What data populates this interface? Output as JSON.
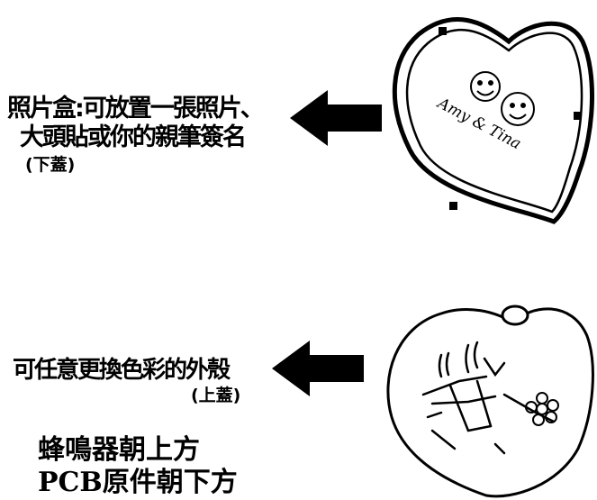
{
  "top": {
    "line1": "照片盒:可放置一張照片、",
    "line2": "大頭貼或你的親筆簽名",
    "sub": "(下蓋)",
    "signature": "Amy & Tina"
  },
  "bottom": {
    "line1": "可任意更換色彩的外殼",
    "sub": "(上蓋)",
    "note1": "蜂鳴器朝上方",
    "note2": "PCB原件朝下方"
  }
}
